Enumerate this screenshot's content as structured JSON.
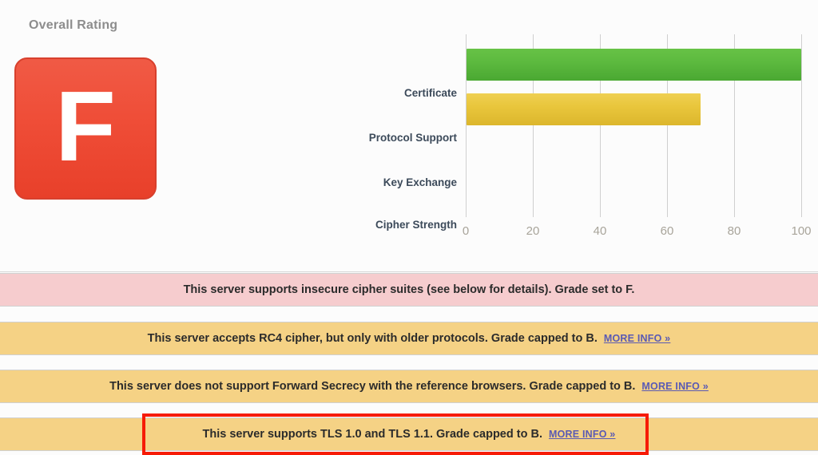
{
  "overall": {
    "title": "Overall Rating",
    "grade": "F",
    "grade_color": "#ef4d37"
  },
  "chart_data": {
    "type": "bar",
    "orientation": "horizontal",
    "title": "",
    "xlabel": "",
    "ylabel": "",
    "categories": [
      "Certificate",
      "Protocol Support",
      "Key Exchange",
      "Cipher Strength"
    ],
    "values": [
      100,
      70,
      0,
      0
    ],
    "colors": [
      "#5dba3f",
      "#e9c63c",
      "#e9c63c",
      "#e9c63c"
    ],
    "xlim": [
      0,
      100
    ],
    "ticks": [
      "0",
      "20",
      "40",
      "60",
      "80",
      "100"
    ],
    "tick_values": [
      0,
      20,
      40,
      60,
      80,
      100
    ],
    "grid": true,
    "legend": "none"
  },
  "warnings": [
    {
      "text": "This server supports insecure cipher suites (see below for details). Grade set to F.",
      "severity": "error",
      "color": "#f6ccce",
      "link": ""
    },
    {
      "text": "This server accepts RC4 cipher, but only with older protocols. Grade capped to B.",
      "severity": "warning",
      "color": "#f5d285",
      "link": "MORE INFO »"
    },
    {
      "text": "This server does not support Forward Secrecy with the reference browsers. Grade capped to B.",
      "severity": "warning",
      "color": "#f5d285",
      "link": "MORE INFO »"
    },
    {
      "text": "This server supports TLS 1.0 and TLS 1.1. Grade capped to B.",
      "severity": "warning",
      "color": "#f5d285",
      "link": "MORE INFO »",
      "highlighted": true
    }
  ],
  "annotation": {
    "highlight_color": "#f61b06"
  }
}
